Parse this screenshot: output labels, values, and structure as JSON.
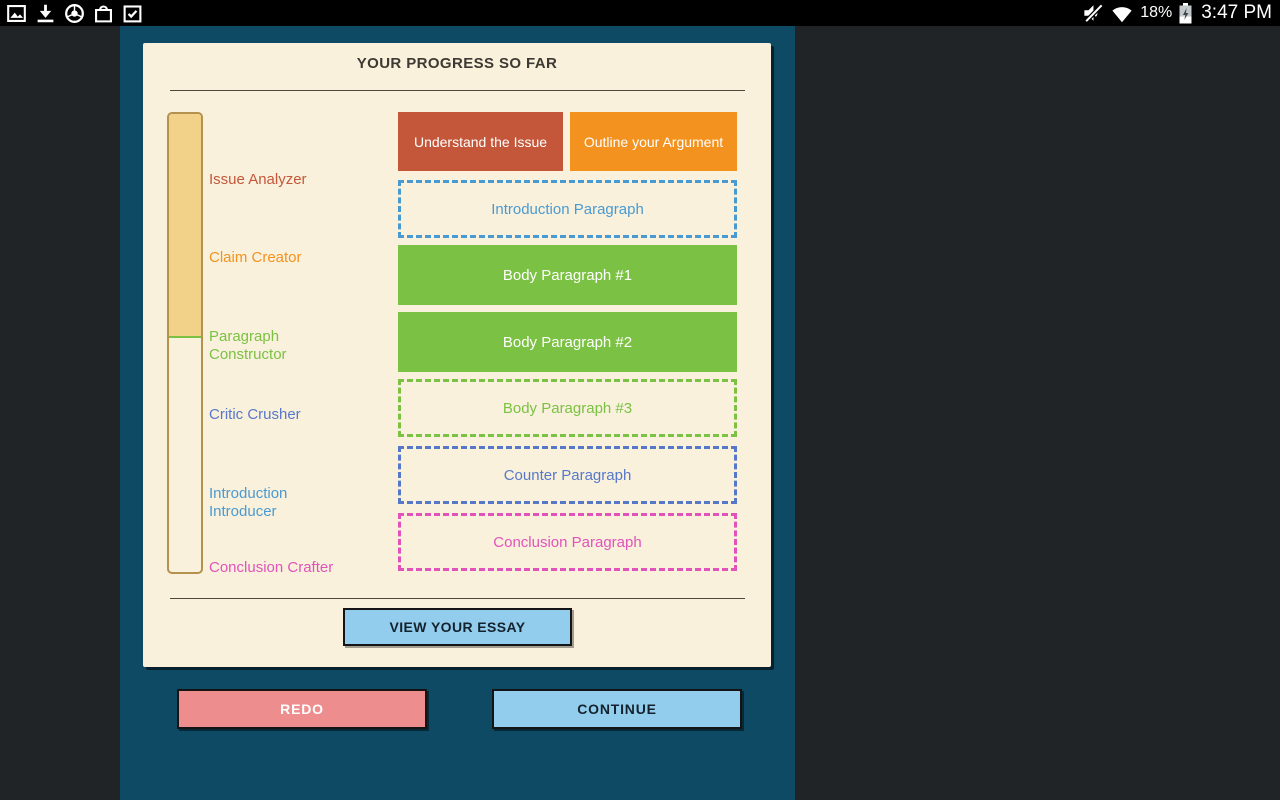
{
  "status_bar": {
    "time": "3:47 PM",
    "battery_percent": "18%"
  },
  "progress_card": {
    "title": "YOUR PROGRESS SO FAR",
    "bar_fill_height": "49%",
    "stages": [
      {
        "label": "Issue Analyzer",
        "color": "#c4573a"
      },
      {
        "label": "Claim Creator",
        "color": "#f3921f"
      },
      {
        "label": "Paragraph Constructor",
        "color": "#7bc143"
      },
      {
        "label": "Critic Crusher",
        "color": "#5778c9"
      },
      {
        "label": "Introduction Introducer",
        "color": "#4a9ad2"
      },
      {
        "label": "Conclusion Crafter",
        "color": "#e153bb"
      }
    ],
    "completed_steps": [
      {
        "label": "Understand the Issue",
        "color": "#c4573a"
      },
      {
        "label": "Outline your Argument",
        "color": "#f3921f"
      }
    ],
    "sections": [
      {
        "label": "Introduction Paragraph",
        "color": "#4a9ad2",
        "state": "pending"
      },
      {
        "label": "Body Paragraph #1",
        "color": "#7bc143",
        "state": "complete"
      },
      {
        "label": "Body Paragraph #2",
        "color": "#7bc143",
        "state": "complete"
      },
      {
        "label": "Body Paragraph #3",
        "color": "#7bc143",
        "state": "pending"
      },
      {
        "label": "Counter Paragraph",
        "color": "#5778c9",
        "state": "pending"
      },
      {
        "label": "Conclusion Paragraph",
        "color": "#e153bb",
        "state": "pending"
      }
    ],
    "view_essay_label": "VIEW YOUR ESSAY"
  },
  "footer": {
    "redo_label": "REDO",
    "continue_label": "CONTINUE"
  },
  "theme": {
    "outer_bg": "#212427",
    "panel_bg": "#0e4a64",
    "card_bg": "#f9f1dc",
    "bar_fill": "#f2d289",
    "bar_border": "#b5914e",
    "button_blue": "#93cdee",
    "button_red": "#ee8d8d"
  }
}
